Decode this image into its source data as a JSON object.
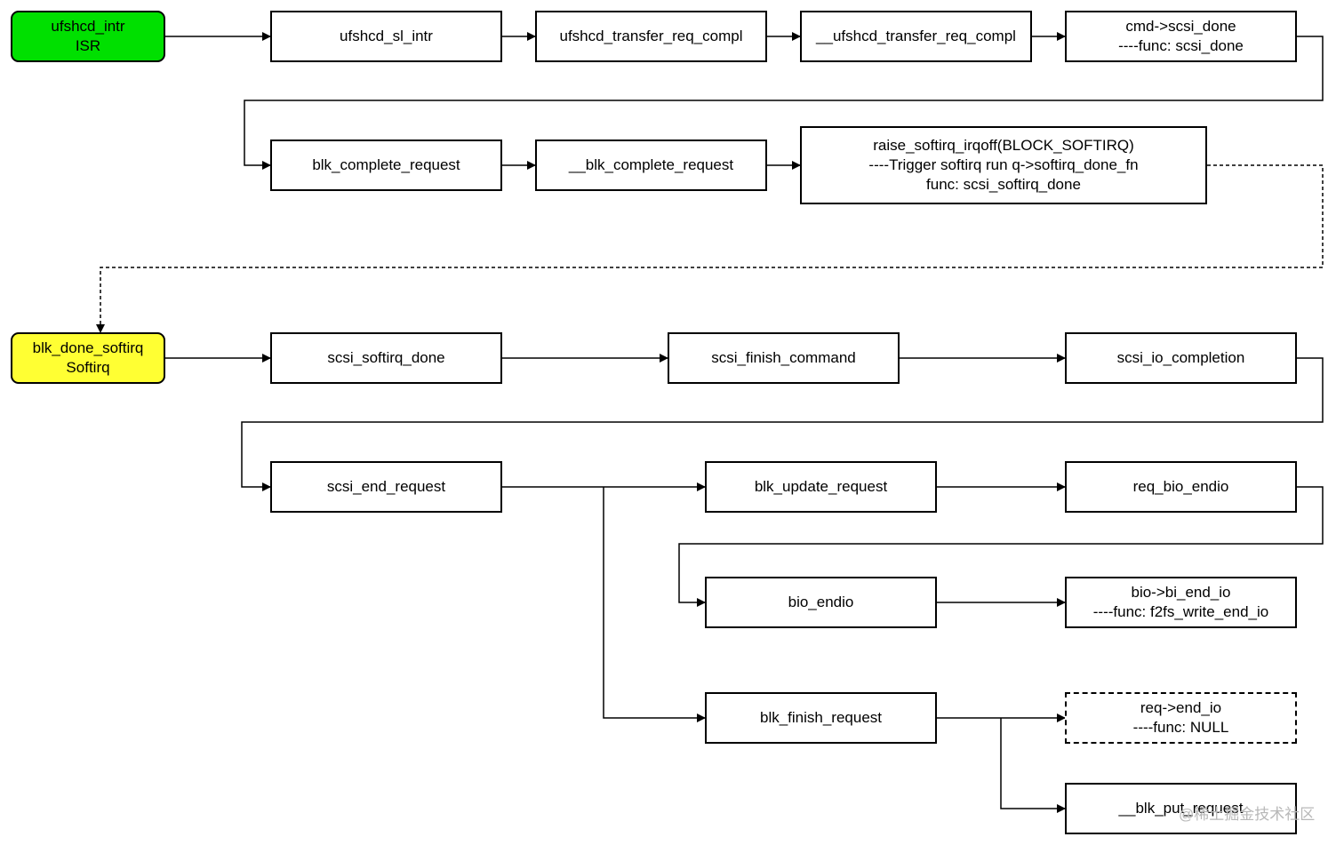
{
  "nodes": {
    "ufshcd_intr": {
      "lines": [
        "ufshcd_intr",
        "ISR"
      ],
      "fill": "#00e000"
    },
    "ufshcd_sl_intr": {
      "lines": [
        "ufshcd_sl_intr"
      ]
    },
    "ufshcd_transfer_req_compl": {
      "lines": [
        "ufshcd_transfer_req_compl"
      ]
    },
    "__ufshcd_transfer_req_compl": {
      "lines": [
        "__ufshcd_transfer_req_compl"
      ]
    },
    "cmd_scsi_done": {
      "lines": [
        "cmd->scsi_done",
        "----func: scsi_done"
      ]
    },
    "blk_complete_request": {
      "lines": [
        "blk_complete_request"
      ]
    },
    "__blk_complete_request": {
      "lines": [
        "__blk_complete_request"
      ]
    },
    "raise_softirq": {
      "lines": [
        "raise_softirq_irqoff(BLOCK_SOFTIRQ)",
        "----Trigger softirq run q->softirq_done_fn",
        "func: scsi_softirq_done"
      ]
    },
    "blk_done_softirq": {
      "lines": [
        "blk_done_softirq",
        "Softirq"
      ],
      "fill": "#ffff33"
    },
    "scsi_softirq_done": {
      "lines": [
        "scsi_softirq_done"
      ]
    },
    "scsi_finish_command": {
      "lines": [
        "scsi_finish_command"
      ]
    },
    "scsi_io_completion": {
      "lines": [
        "scsi_io_completion"
      ]
    },
    "scsi_end_request": {
      "lines": [
        "scsi_end_request"
      ]
    },
    "blk_update_request": {
      "lines": [
        "blk_update_request"
      ]
    },
    "req_bio_endio": {
      "lines": [
        "req_bio_endio"
      ]
    },
    "bio_endio": {
      "lines": [
        "bio_endio"
      ]
    },
    "bio_bi_end_io": {
      "lines": [
        "bio->bi_end_io",
        "----func: f2fs_write_end_io"
      ]
    },
    "blk_finish_request": {
      "lines": [
        "blk_finish_request"
      ]
    },
    "req_end_io": {
      "lines": [
        "req->end_io",
        "----func: NULL"
      ]
    },
    "__blk_put_request": {
      "lines": [
        "__blk_put_request"
      ]
    }
  },
  "edges": [
    {
      "from": "ufshcd_intr",
      "to": "ufshcd_sl_intr"
    },
    {
      "from": "ufshcd_sl_intr",
      "to": "ufshcd_transfer_req_compl"
    },
    {
      "from": "ufshcd_transfer_req_compl",
      "to": "__ufshcd_transfer_req_compl"
    },
    {
      "from": "__ufshcd_transfer_req_compl",
      "to": "cmd_scsi_done"
    },
    {
      "from": "cmd_scsi_done",
      "to": "blk_complete_request"
    },
    {
      "from": "blk_complete_request",
      "to": "__blk_complete_request"
    },
    {
      "from": "__blk_complete_request",
      "to": "raise_softirq"
    },
    {
      "from": "raise_softirq",
      "to": "blk_done_softirq",
      "style": "dashed"
    },
    {
      "from": "blk_done_softirq",
      "to": "scsi_softirq_done"
    },
    {
      "from": "scsi_softirq_done",
      "to": "scsi_finish_command"
    },
    {
      "from": "scsi_finish_command",
      "to": "scsi_io_completion"
    },
    {
      "from": "scsi_io_completion",
      "to": "scsi_end_request"
    },
    {
      "from": "scsi_end_request",
      "to": "blk_update_request"
    },
    {
      "from": "blk_update_request",
      "to": "req_bio_endio"
    },
    {
      "from": "req_bio_endio",
      "to": "bio_endio"
    },
    {
      "from": "bio_endio",
      "to": "bio_bi_end_io"
    },
    {
      "from": "scsi_end_request",
      "to": "blk_finish_request"
    },
    {
      "from": "blk_finish_request",
      "to": "req_end_io"
    },
    {
      "from": "blk_finish_request",
      "to": "__blk_put_request"
    }
  ],
  "watermark": "@稀土掘金技术社区"
}
